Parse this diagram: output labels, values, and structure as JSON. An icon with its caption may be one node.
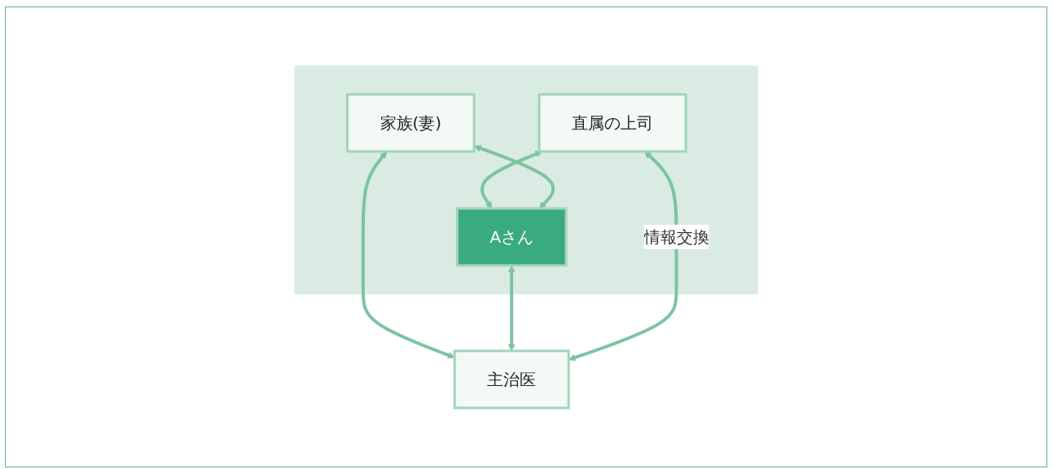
{
  "diagram": {
    "nodes": [
      {
        "text": [],
        "shape": "box"
      },
      {
        "text": [
          "直属の上司"
        ],
        "in": 0
      },
      {
        "text": [
          "家族(妻)"
        ],
        "in": 0
      },
      {
        "text": [
          "Aさん"
        ],
        "in": 0
      },
      {
        "text": [
          "主治医"
        ]
      }
    ],
    "edges": [
      {
        "from": 1,
        "to": 3,
        "arrow": "both"
      },
      {
        "from": 2,
        "to": 3,
        "arrow": "both"
      },
      {
        "from": 2,
        "to": 4,
        "arrow": "both"
      },
      {
        "from": 3,
        "to": 4,
        "arrow": "both"
      },
      {
        "from": 1,
        "to": 4,
        "arrow": "both",
        "label": "情報交換"
      }
    ]
  }
}
